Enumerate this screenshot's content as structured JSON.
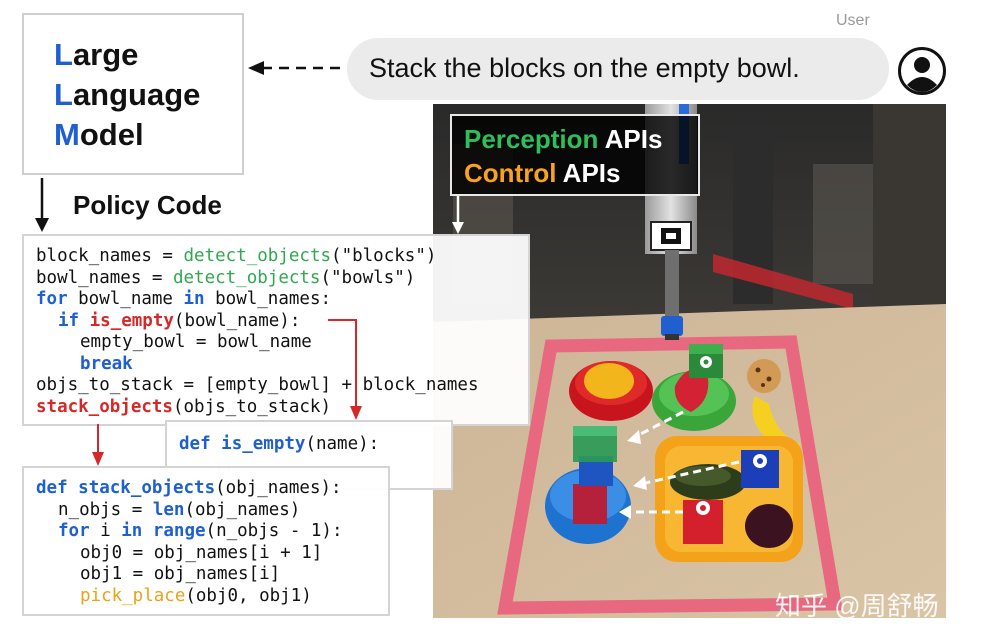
{
  "llm": {
    "line1_first": "L",
    "line1_rest": "arge",
    "line2_first": "L",
    "line2_rest": "anguage",
    "line3_first": "M",
    "line3_rest": "odel"
  },
  "user": {
    "label": "User",
    "message": "Stack the blocks on the empty bowl.",
    "avatar_icon": "user-avatar-icon"
  },
  "policy_label": "Policy Code",
  "apis": {
    "perception_word": "Perception",
    "control_word": "Control",
    "suffix": " APIs"
  },
  "code_main": {
    "l1_a": "block_names = ",
    "l1_fn": "detect_objects",
    "l1_b": "(\"blocks\")",
    "l2_a": "bowl_names = ",
    "l2_fn": "detect_objects",
    "l2_b": "(\"bowls\")",
    "l3_kw1": "for",
    "l3_a": " bowl_name ",
    "l3_kw2": "in",
    "l3_b": " bowl_names:",
    "l4_kw": "if",
    "l4_fn": "is_empty",
    "l4_b": "(bowl_name):",
    "l5": "empty_bowl = bowl_name",
    "l6_kw": "break",
    "l7": "objs_to_stack = [empty_bowl] + block_names",
    "l8_fn": "stack_objects",
    "l8_b": "(objs_to_stack)"
  },
  "code_empty": {
    "kw": "def",
    "fn": "is_empty",
    "rest": "(name):",
    "ellipsis": "..."
  },
  "code_stack": {
    "l1_kw": "def",
    "l1_fn": "stack_objects",
    "l1_b": "(obj_names):",
    "l2_a": "n_objs = ",
    "l2_fn": "len",
    "l2_b": "(obj_names)",
    "l3_kw1": "for",
    "l3_a": " i ",
    "l3_kw2": "in",
    "l3_fn": "range",
    "l3_b": "(n_objs - 1):",
    "l4": "obj0 = obj_names[i + 1]",
    "l5": "obj1 = obj_names[i]",
    "l6_fn": "pick_place",
    "l6_b": "(obj0, obj1)"
  },
  "watermark": "知乎 @周舒畅",
  "colors": {
    "llm_initial": "#1e5fd1",
    "perception": "#2fbf5a",
    "control": "#f5a320",
    "keyword_blue": "#1e5fd1",
    "api_green": "#2fa84f",
    "api_red": "#d62828",
    "api_orange": "#e8a317"
  }
}
